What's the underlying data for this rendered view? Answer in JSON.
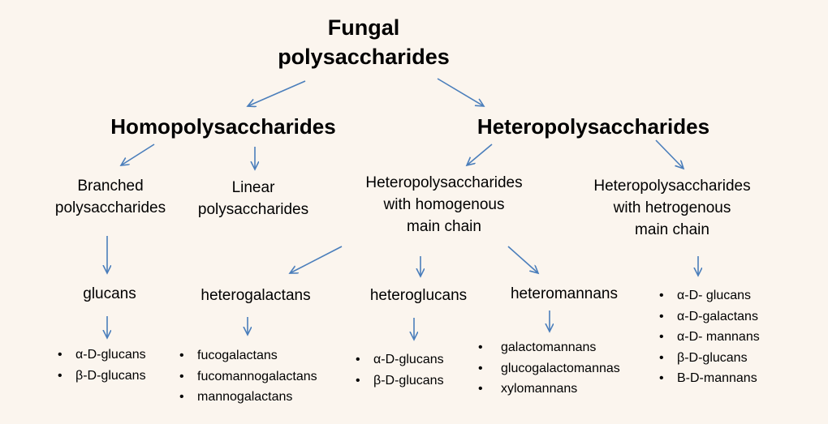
{
  "title": [
    "Fungal",
    "polysaccharides"
  ],
  "homo": {
    "label": "Homopolysaccharides",
    "branched": [
      "Branched",
      "polysaccharides"
    ],
    "linear": [
      "Linear",
      "polysaccharides"
    ],
    "glucans": {
      "label": "glucans",
      "items": [
        "α-D-glucans",
        "β-D-glucans"
      ]
    }
  },
  "hetero": {
    "label": "Heteropolysaccharides",
    "homogenous": [
      "Heteropolysaccharides",
      "with homogenous",
      "main chain"
    ],
    "hetrogenous": [
      "Heteropolysaccharides",
      "with hetrogenous",
      "main chain"
    ],
    "heterogalactans": {
      "label": "heterogalactans",
      "items": [
        "fucogalactans",
        "fucomannogalactans",
        "mannogalactans"
      ]
    },
    "heteroglucans": {
      "label": "heteroglucans",
      "items": [
        "α-D-glucans",
        "β-D-glucans"
      ]
    },
    "heteromannans": {
      "label": "heteromannans",
      "items": [
        "galactomannans",
        "glucogalactomannas",
        "xylomannans"
      ]
    },
    "hetrogenous_items": [
      "α-D- glucans",
      "α-D-galactans",
      "α-D- mannans",
      "β-D-glucans",
      "B-D-mannans"
    ]
  },
  "colors": {
    "arrow": "#4A7EBB",
    "background": "#FBF5EE"
  }
}
